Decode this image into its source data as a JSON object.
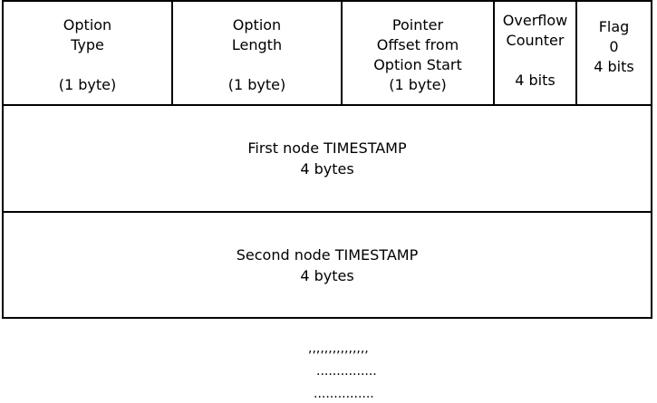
{
  "header_fields": [
    {
      "line1": "Option",
      "line2": "Type",
      "size": "(1 byte)"
    },
    {
      "line1": "Option",
      "line2": "Length",
      "size": "(1 byte)"
    },
    {
      "line1": "Pointer",
      "line2": "Offset from",
      "line3": "Option Start",
      "size": "(1 byte)"
    },
    {
      "line1": "Overflow",
      "line2": "Counter",
      "size": "4 bits"
    },
    {
      "line1": "Flag",
      "line2": "0",
      "size": "4 bits"
    }
  ],
  "timestamps": [
    {
      "label": "First node TIMESTAMP",
      "size": "4 bytes"
    },
    {
      "label": "Second node TIMESTAMP",
      "size": "4 bytes"
    }
  ],
  "continuation": [
    ",,,,,,,,,,,,,,,",
    "...............",
    "..............."
  ]
}
